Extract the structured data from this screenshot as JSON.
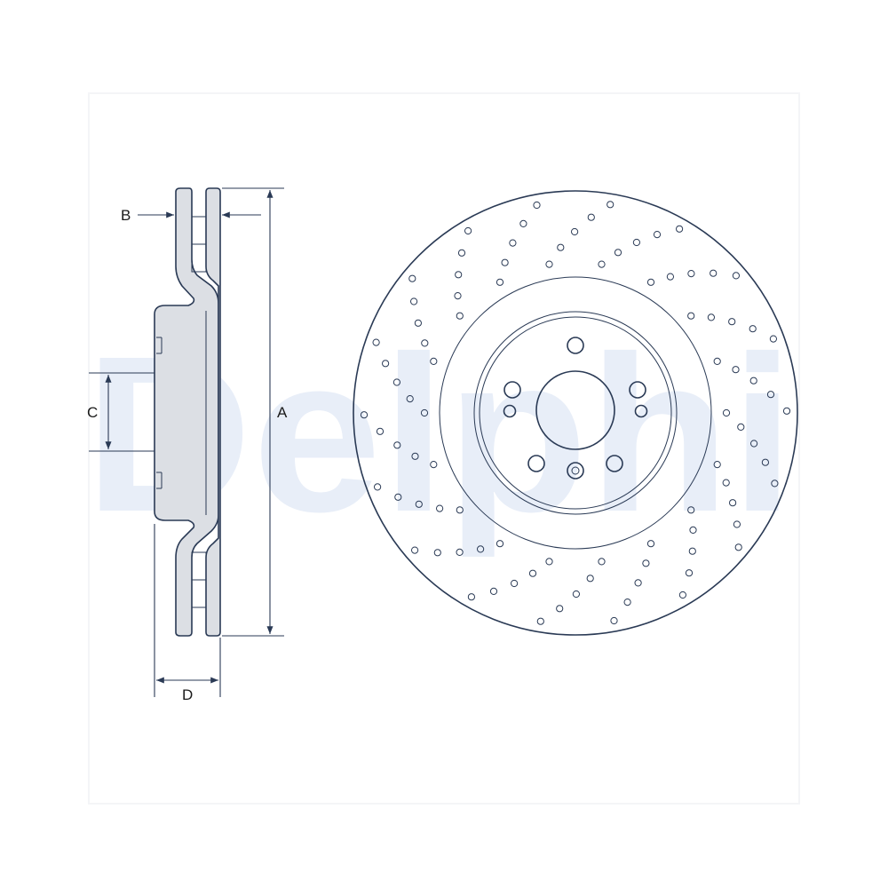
{
  "watermark": {
    "text": "Delphi",
    "color": "#e8eef8"
  },
  "dimensions": {
    "A": "A",
    "B": "B",
    "C": "C",
    "D": "D"
  },
  "colors": {
    "outline": "#2a3a55",
    "section_fill": "#dcdfe4",
    "frame": "#f4f5f7"
  },
  "front_view": {
    "wheel_bolt_holes": 5,
    "threaded_holes": 2,
    "locating_pin_holes": 1
  }
}
